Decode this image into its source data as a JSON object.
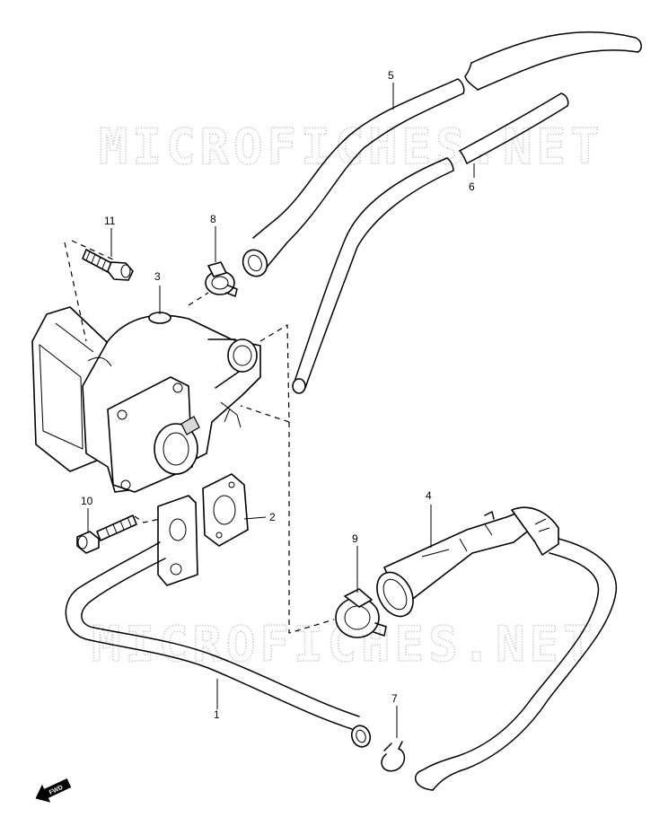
{
  "watermark": {
    "top": "MICROFICHES.NET",
    "bottom": "MICROFICHES.NET"
  },
  "callouts": [
    {
      "number": "1",
      "part": "pipe"
    },
    {
      "number": "2",
      "part": "gasket"
    },
    {
      "number": "3",
      "part": "valve"
    },
    {
      "number": "4",
      "part": "hose"
    },
    {
      "number": "5",
      "part": "hose"
    },
    {
      "number": "6",
      "part": "hose"
    },
    {
      "number": "7",
      "part": "clip"
    },
    {
      "number": "8",
      "part": "clamp"
    },
    {
      "number": "9",
      "part": "clamp"
    },
    {
      "number": "10",
      "part": "bolt"
    },
    {
      "number": "11",
      "part": "bolt"
    }
  ],
  "direction_badge": {
    "label": "FWD",
    "icon": "forward-arrow-icon"
  }
}
